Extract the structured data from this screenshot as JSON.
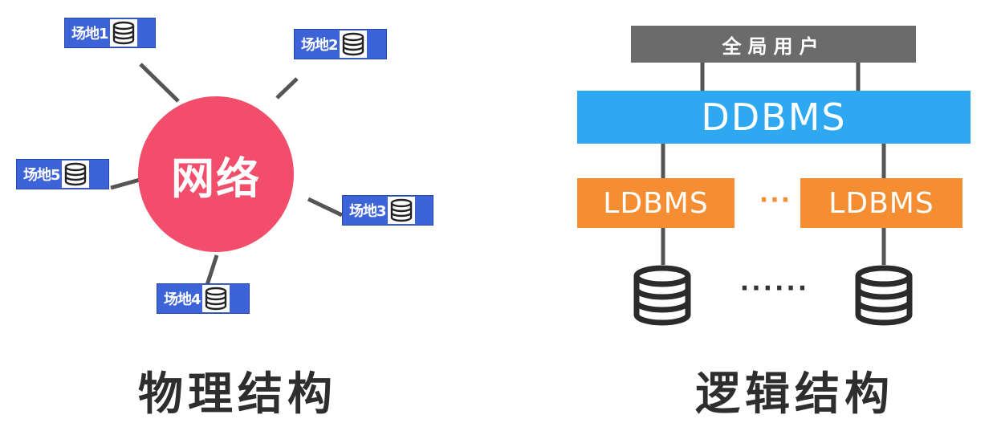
{
  "physical": {
    "network_label": "网络",
    "sites": [
      {
        "label": "场地1"
      },
      {
        "label": "场地2"
      },
      {
        "label": "场地3"
      },
      {
        "label": "场地4"
      },
      {
        "label": "场地5"
      }
    ],
    "caption": "物理结构"
  },
  "logical": {
    "global_users": "全局用户",
    "ddbms": "DDBMS",
    "ldbms_left": "LDBMS",
    "ldbms_right": "LDBMS",
    "ellipsis_mid": "···",
    "ellipsis_bottom": "······",
    "caption": "逻辑结构"
  },
  "colors": {
    "network": "#f24d6b",
    "site": "#3d63d9",
    "global_users": "#6b6b6b",
    "ddbms": "#2fa8f2",
    "ldbms": "#f58e33"
  },
  "icons": [
    "database-icon"
  ]
}
